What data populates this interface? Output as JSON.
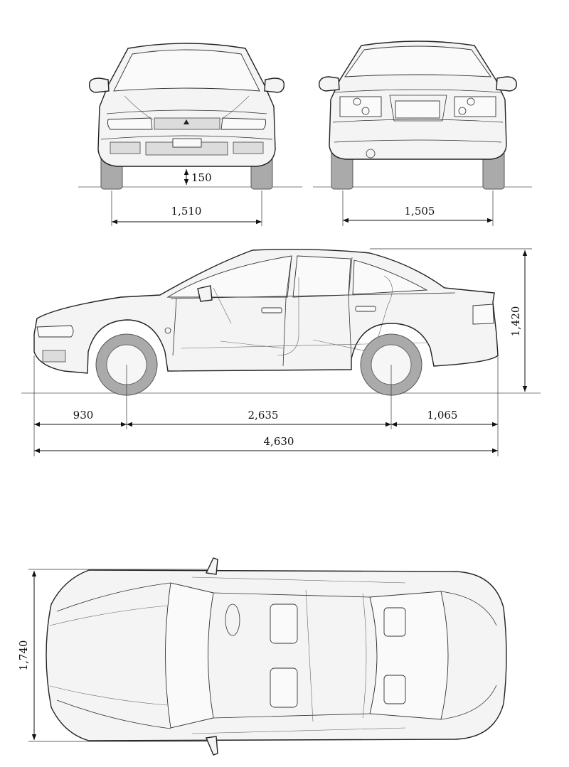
{
  "dimensions": {
    "ground_clearance": "150",
    "front_track": "1,510",
    "rear_track": "1,505",
    "height": "1,420",
    "front_overhang": "930",
    "wheelbase": "2,635",
    "rear_overhang": "1,065",
    "overall_length": "4,630",
    "overall_width": "1,740"
  },
  "views": [
    "front",
    "rear",
    "side",
    "top"
  ],
  "colors": {
    "line": "#222222",
    "tire": "#aaaaaa",
    "body": "#f4f4f4"
  }
}
